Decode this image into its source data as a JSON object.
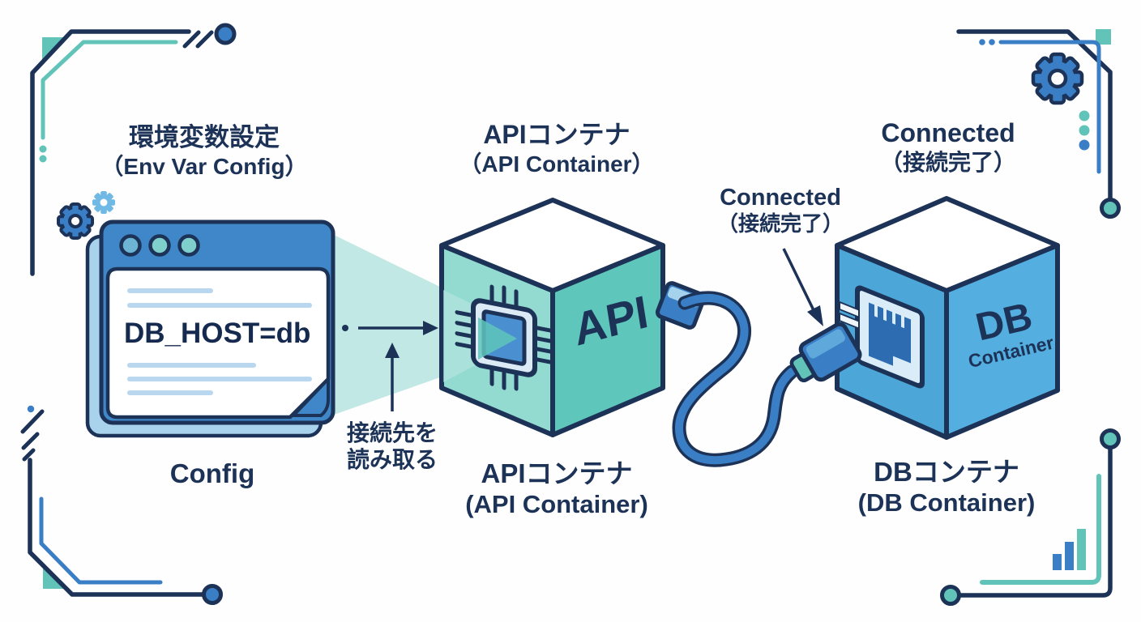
{
  "diagram_title": "Env var config to API container to DB container connection flow",
  "labels": {
    "env_title_jp": "環境変数設定",
    "env_title_en": "（Env Var Config）",
    "config_caption": "Config",
    "db_host_value": "DB_HOST=db",
    "api_top_jp": "APIコンテナ",
    "api_top_en": "（API Container）",
    "api_bottom_jp": "APIコンテナ",
    "api_bottom_en": "(API Container)",
    "read_line1": "接続先を",
    "read_line2": "読み取る",
    "connected_top_en": "Connected",
    "connected_top_jp": "（接続完了）",
    "connected_mid_en": "Connected",
    "connected_mid_jp": "（接続完了）",
    "api_cube_text": "API",
    "db_cube_line1": "DB",
    "db_cube_line2": "Container",
    "db_bottom_jp": "DBコンテナ",
    "db_bottom_en": "(DB Container)"
  },
  "colors": {
    "navy": "#1c3257",
    "blue": "#3a7fc5",
    "light_blue": "#a5d2ec",
    "teal": "#62c4b8",
    "api_face_light": "#93dad1",
    "api_face": "#5fc6bb",
    "db_face": "#4da6d8",
    "db_face_light": "#55aee0",
    "page_line": "#b9d7ee",
    "chip_core": "#4a90d0"
  },
  "icons": {
    "gear-icon": "svg-gear-shape",
    "chip-icon": "svg-cpu-chip",
    "ethernet-port-icon": "svg-rj45-port",
    "plug-icon": "svg-cable-plug",
    "cable": "svg-curved-cable",
    "window-dot": "svg-circle",
    "folded-corner-icon": "svg-triangle",
    "light-beam": "svg-cone",
    "arrow-right-icon": "svg-arrow",
    "arrow-up-icon": "svg-arrow",
    "arrow-diagonal-icon": "svg-arrow",
    "bar-chart-icon": "svg-bars",
    "corner-frame": "svg-polyline"
  }
}
